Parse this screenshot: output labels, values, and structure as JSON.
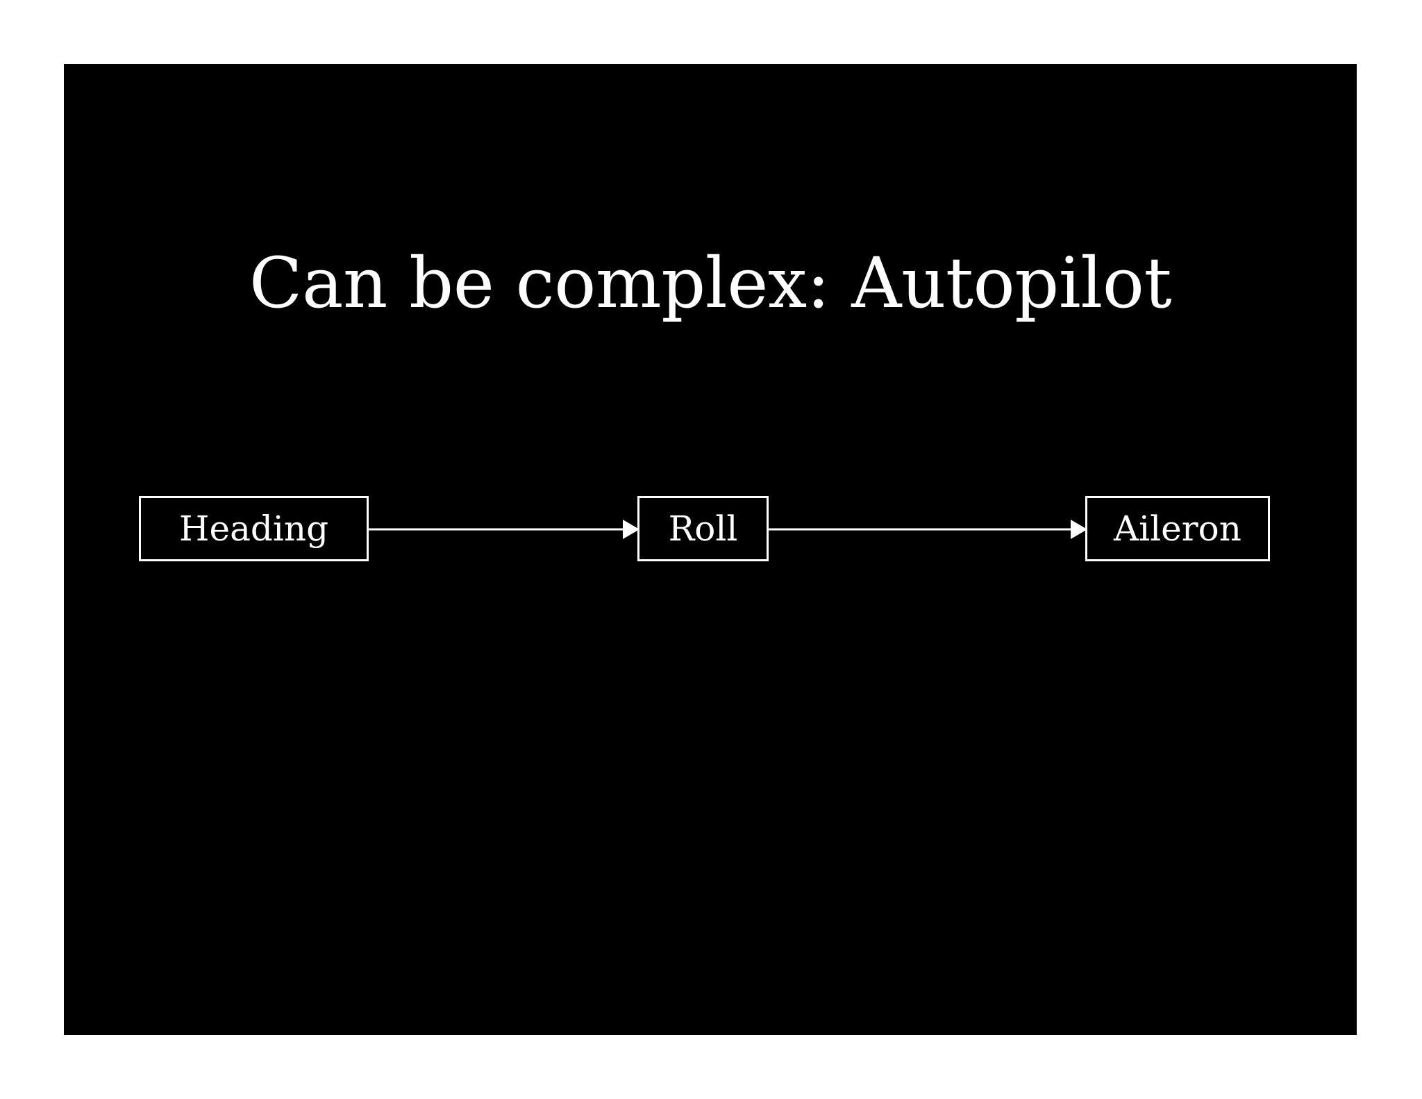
{
  "page": {
    "background_color": "#ffffff",
    "slide_background_color": "#000000",
    "foreground_color": "#ffffff"
  },
  "slide": {
    "title": "Can be complex: Autopilot"
  },
  "diagram": {
    "type": "flowchart",
    "orientation": "left-to-right",
    "nodes": [
      {
        "id": "heading",
        "label": "Heading"
      },
      {
        "id": "roll",
        "label": "Roll"
      },
      {
        "id": "aileron",
        "label": "Aileron"
      }
    ],
    "edges": [
      {
        "from": "heading",
        "to": "roll",
        "arrow": "single",
        "label": ""
      },
      {
        "from": "roll",
        "to": "aileron",
        "arrow": "single",
        "label": ""
      }
    ]
  }
}
